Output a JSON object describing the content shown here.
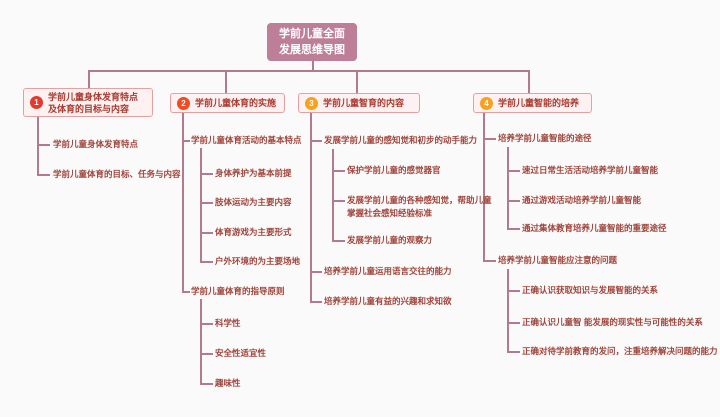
{
  "root": {
    "label": "学前儿童全面发展思维导图",
    "bg": "#bd7e97"
  },
  "branches": [
    {
      "badge": "1",
      "badge_color": "#e23b2e",
      "label": "学前儿童身体发育特点及体育的目标与内容",
      "children": [
        {
          "label": "学前儿童身体发育特点"
        },
        {
          "label": "学前儿童体育的目标、任务与内容"
        }
      ]
    },
    {
      "badge": "2",
      "badge_color": "#f24a21",
      "label": "学前儿童体育的实施",
      "children": [
        {
          "label": "学前儿童体育活动的基本特点",
          "children": [
            {
              "label": "身体养护为基本前提"
            },
            {
              "label": "肢体运动为主要内容"
            },
            {
              "label": "体育游戏为主要形式"
            },
            {
              "label": "户外环境的为主要场地"
            }
          ]
        },
        {
          "label": "学前儿童体育的指导原则",
          "children": [
            {
              "label": "科学性"
            },
            {
              "label": "安全性适宜性"
            },
            {
              "label": "趣味性"
            }
          ]
        }
      ]
    },
    {
      "badge": "3",
      "badge_color": "#f9a01f",
      "label": "学前儿童智育的内容",
      "children": [
        {
          "label": "发展学前儿童的感知觉和初步的动手能力",
          "children": [
            {
              "label": "保护学前儿童的感觉器官"
            },
            {
              "label": "发展学前儿童的各种感知觉，帮助儿童掌握社会感知经验标准"
            },
            {
              "label": "发展学前儿童的观察力"
            }
          ]
        },
        {
          "label": "培养学前儿童运用语言交往的能力"
        },
        {
          "label": "培养学前儿童有益的兴趣和求知欲"
        }
      ]
    },
    {
      "badge": "4",
      "badge_color": "#f9a01f",
      "label": "学前儿童智能的培养",
      "children": [
        {
          "label": "培养学前儿童智能的途径",
          "children": [
            {
              "label": "速过日常生活活动培养学前儿童智能"
            },
            {
              "label": "通过游戏活动培养学前儿童智能"
            },
            {
              "label": "通过集体教育培养儿童智能的重要途径"
            }
          ]
        },
        {
          "label": "培养学前儿童智能应注意的问题",
          "children": [
            {
              "label": "正确认识获取知识与发展智能的关系"
            },
            {
              "label": "正确认识儿童智 能发展的现实性与可能性的关系"
            },
            {
              "label": "正确对待学前教育的发问，注重培养解决问题的能力"
            }
          ]
        }
      ]
    }
  ],
  "colors": {
    "root_bg": "#bd7e97",
    "connector": "#b27a90",
    "header_bg": "#fdf1f1",
    "header_border": "#e79f9f",
    "header_text": "#a93a2f",
    "leaf_text": "#9f453c",
    "badge_1": "#e23b2e",
    "badge_2": "#f24a21",
    "badge_3": "#f9a01f",
    "badge_4": "#f9a01f",
    "background": "#fbfafa"
  }
}
